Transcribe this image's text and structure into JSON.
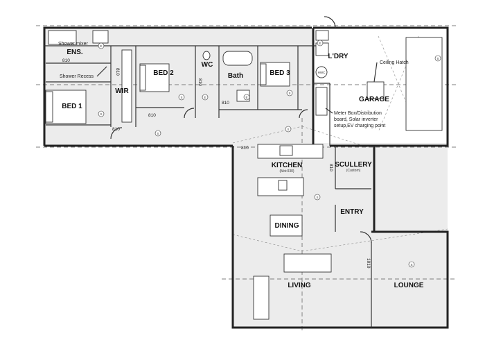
{
  "rooms": {
    "ensuite": "ENS.",
    "bed1": "BED 1",
    "wir": "WIR",
    "bed2": "BED 2",
    "wc": "WC",
    "bath": "Bath",
    "bed3": "BED 3",
    "laundry": "L'DRY",
    "garage": "GARAGE",
    "kitchen": "KITCHEN",
    "kitchen_note": "(Moi:030)",
    "scullery": "SCULLERY",
    "scullery_note": "(Custom)",
    "entry": "ENTRY",
    "dining": "DINING",
    "living": "LIVING",
    "lounge": "LOUNGE"
  },
  "annotations": {
    "shower_mixer": "Shower mixer",
    "shower_recess": "Shower Recess",
    "ceiling_hatch": "Ceiling Hatch",
    "meter_box_line1": "Meter Box/Distribution",
    "meter_box_line2": "board, Solar inverter",
    "meter_box_line3": "setup,EV charging point",
    "hwc": "HWC"
  },
  "dimensions": {
    "ens_door": "810",
    "wir_door": "810",
    "bed1_door": "810",
    "bed2_door": "810",
    "wc_door": "810",
    "bath_door": "810",
    "kitchen_door": "810",
    "scullery_door": "810",
    "living_door": "1010"
  },
  "symbols": {
    "smoke": "S",
    "extractor": "E"
  },
  "colors": {
    "wall": "#222222",
    "floor": "#ececec",
    "background": "#ffffff"
  }
}
